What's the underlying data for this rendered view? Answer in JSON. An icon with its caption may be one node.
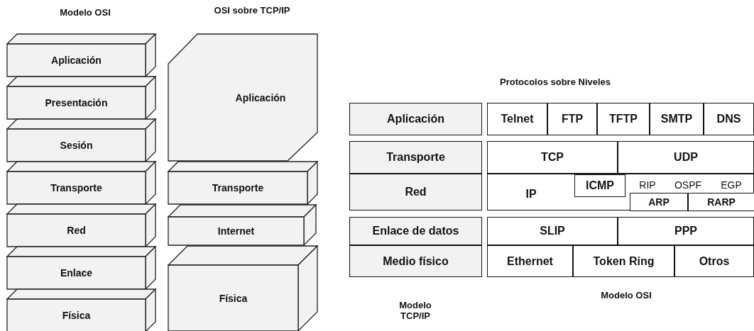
{
  "diagram": {
    "nodes": [
      {
        "text": [
          "Aplicación"
        ]
      },
      {
        "text": [
          "Presentación"
        ]
      },
      {
        "text": [
          "Sesión"
        ]
      },
      {
        "text": [
          "Transporte"
        ]
      },
      {
        "text": [
          "Red"
        ]
      },
      {
        "text": [
          "Enlace"
        ]
      },
      {
        "text": [
          "Física"
        ]
      },
      {
        "text": [
          "Aplicación"
        ]
      },
      {
        "text": [
          "Transporte"
        ]
      },
      {
        "text": [
          "Internet"
        ]
      },
      {
        "text": [
          "Física"
        ]
      },
      {
        "text": [
          "Aplicación"
        ]
      },
      {
        "text": [
          "Transporte"
        ]
      },
      {
        "text": [
          "Red"
        ]
      },
      {
        "text": [
          "Enlace de datos"
        ]
      },
      {
        "text": [
          "Medio físico"
        ]
      },
      {
        "text": [
          "Telnet"
        ]
      },
      {
        "text": [
          "FTP"
        ]
      },
      {
        "text": [
          "TFTP"
        ]
      },
      {
        "text": [
          "SMTP"
        ]
      },
      {
        "text": [
          "DNS"
        ]
      },
      {
        "text": [
          "TCP"
        ]
      },
      {
        "text": [
          "UDP"
        ]
      },
      {
        "text": [
          "IP"
        ]
      },
      {
        "text": [
          "ICMP"
        ],
        "in": 23
      },
      {
        "text": [
          "ARP"
        ],
        "in": 23
      },
      {
        "text": [
          "RARP"
        ],
        "in": 23
      },
      {
        "text": [
          "SLIP"
        ]
      },
      {
        "text": [
          "PPP"
        ]
      },
      {
        "text": [
          "Ethernet"
        ]
      },
      {
        "text": [
          "Token Ring"
        ]
      },
      {
        "text": [
          "Otros"
        ]
      }
    ],
    "labels": [
      "Modelo OSI",
      "OSI sobre TCP/IP",
      "Protocolos sobre Niveles",
      "RIP",
      "OSPF",
      "EGP",
      "Modelo TCP/IP",
      "Modelo OSI"
    ]
  }
}
